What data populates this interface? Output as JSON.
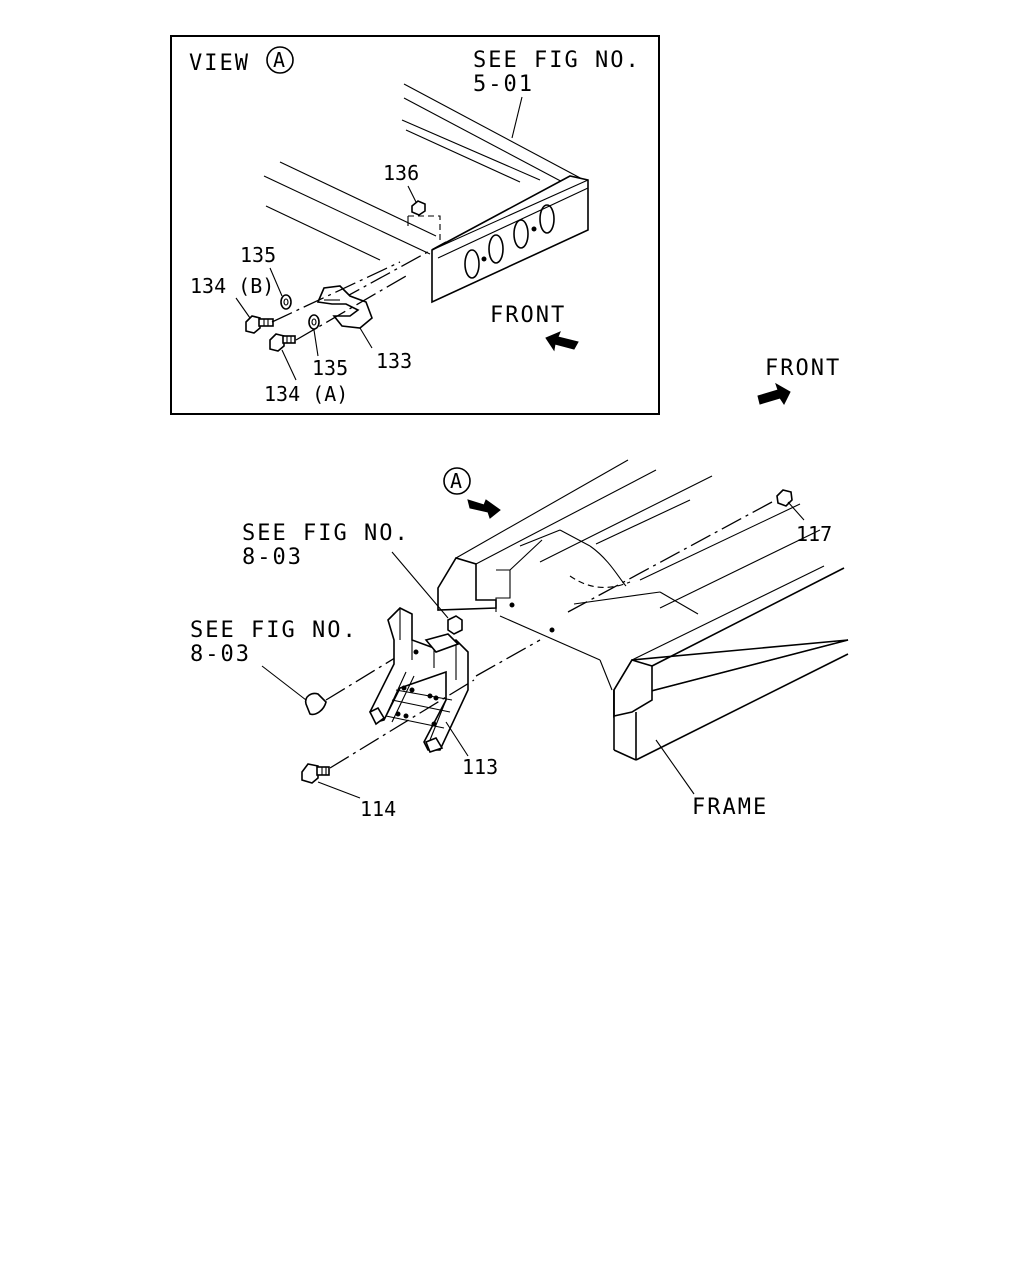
{
  "inset": {
    "view_label": "VIEW",
    "view_marker": "A",
    "see_fig_line1": "SEE FIG NO.",
    "see_fig_line2": "5-01",
    "front_label": "FRONT",
    "parts": {
      "p136": "136",
      "p135_top": "135",
      "p134b": "134 (B)",
      "p135_bottom": "135",
      "p133": "133",
      "p134a": "134 (A)"
    }
  },
  "main": {
    "front_label": "FRONT",
    "view_marker": "A",
    "see_fig_upper_line1": "SEE FIG NO.",
    "see_fig_upper_line2": "8-03",
    "see_fig_lower_line1": "SEE FIG NO.",
    "see_fig_lower_line2": "8-03",
    "frame_label": "FRAME",
    "parts": {
      "p117": "117",
      "p113": "113",
      "p114": "114"
    }
  }
}
